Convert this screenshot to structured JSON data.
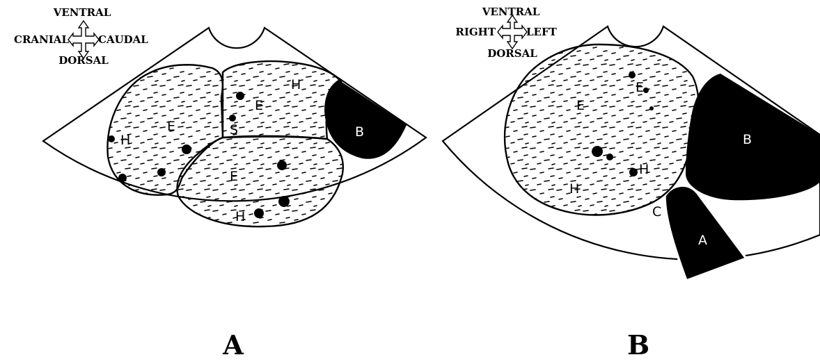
{
  "panel_a": {
    "orientation": {
      "top": "VENTRAL",
      "left": "CRANIAL",
      "right": "CAUDAL",
      "bottom": "DORSAL"
    },
    "labels": {
      "h1": "H",
      "e1": "E",
      "e2": "E",
      "h2": "H",
      "s": "S",
      "e3": "E",
      "h3": "H",
      "b": "B"
    },
    "caption": "A"
  },
  "panel_b": {
    "orientation": {
      "top": "VENTRAL",
      "left": "RIGHT",
      "right": "LEFT",
      "bottom": "DORSAL"
    },
    "labels": {
      "e1": "E",
      "e2": "E",
      "h1": "H",
      "h2": "H",
      "b": "B",
      "a": "A",
      "c": "C"
    },
    "caption": "B"
  },
  "colors": {
    "ink": "#000000",
    "paper": "#ffffff"
  }
}
